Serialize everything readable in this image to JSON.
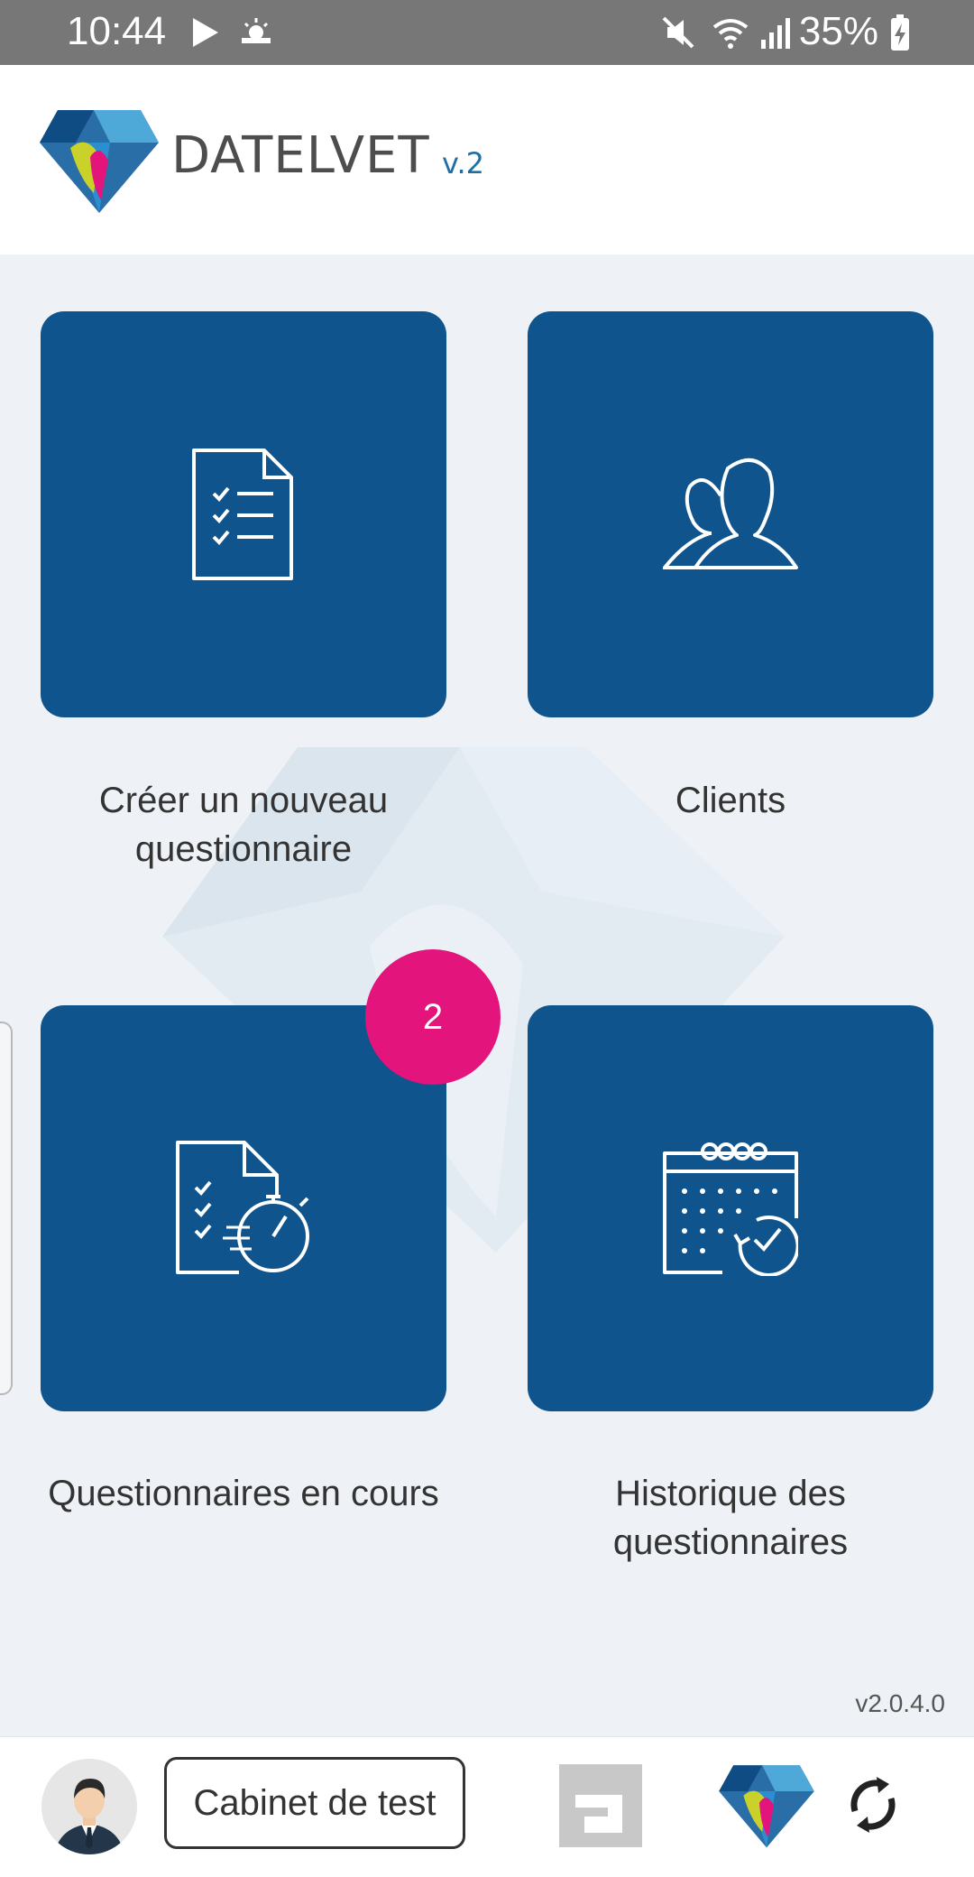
{
  "status_bar": {
    "time": "10:44",
    "battery": "35%",
    "icons": [
      "play-store-icon",
      "weather-icon",
      "mute-icon",
      "wifi-icon",
      "signal-icon",
      "battery-charging-icon"
    ]
  },
  "header": {
    "brand": "DATELVET",
    "version_mark": "v.2"
  },
  "tiles": [
    {
      "label": "Créer un nouveau questionnaire",
      "icon": "checklist-document-icon"
    },
    {
      "label": "Clients",
      "icon": "users-icon"
    },
    {
      "label": "Questionnaires en cours",
      "icon": "document-stopwatch-icon",
      "badge": "2"
    },
    {
      "label": "Historique des questionnaires",
      "icon": "calendar-history-icon"
    }
  ],
  "app_version": "v2.0.4.0",
  "bottom_bar": {
    "cabinet_label": "Cabinet de test"
  },
  "colors": {
    "tile_bg": "#0f548c",
    "badge_bg": "#e3147c",
    "page_bg": "#eef2f6"
  }
}
